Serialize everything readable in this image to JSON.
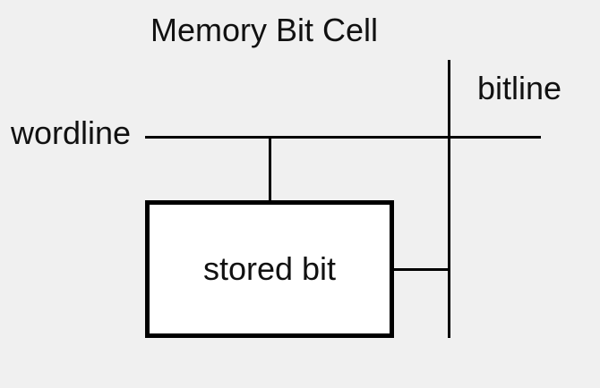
{
  "diagram": {
    "title": "Memory Bit Cell",
    "wordline_label": "wordline",
    "bitline_label": "bitline",
    "box_label": "stored bit"
  },
  "colors": {
    "background": "#f0f0f0",
    "wire": "#000000",
    "box_border": "#000000",
    "box_fill": "#ffffff",
    "text": "#111111"
  }
}
